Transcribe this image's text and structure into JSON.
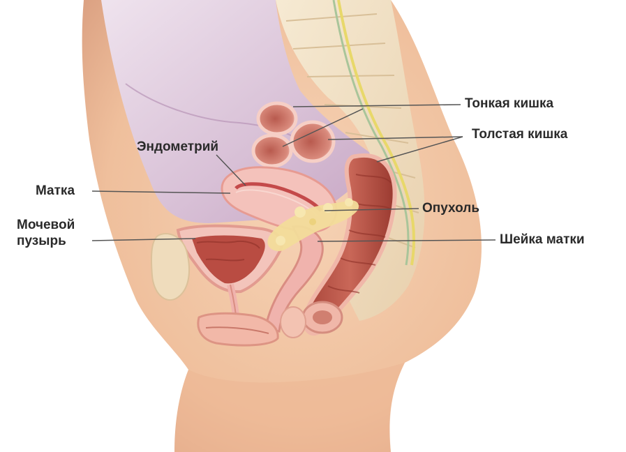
{
  "labels": {
    "small_intestine": "Тонкая кишка",
    "large_intestine": "Толстая кишка",
    "endometrium": "Эндометрий",
    "uterus": "Матка",
    "tumor": "Опухоль",
    "bladder_line1": "Мочевой",
    "bladder_line2": "пузырь",
    "cervix": "Шейка матки"
  },
  "colors": {
    "skin": "#f2c7a6",
    "skin_shadow": "#e5ad8a",
    "cavity": "#d9c2d6",
    "tissue_pink": "#f0b3ad",
    "tissue_red": "#b8554a",
    "tissue_dark": "#8e3128",
    "spine": "#efdcbc",
    "tumor": "#f2dc9a",
    "leader_line": "#555555",
    "label_text": "#2a2a2a"
  }
}
